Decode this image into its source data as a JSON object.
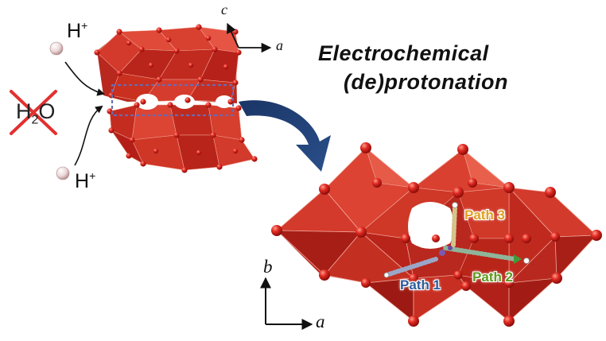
{
  "title": {
    "line1": "Electrochemical",
    "line2": "(de)protonation"
  },
  "ions": {
    "proton_symbol": "H",
    "proton_charge": "+"
  },
  "water": {
    "h": "H",
    "subscript": "2",
    "o": "O",
    "crossed_out": true
  },
  "axes_top": {
    "vertical": "c",
    "horizontal": "a"
  },
  "axes_bottom": {
    "vertical": "b",
    "horizontal": "a"
  },
  "paths": [
    {
      "label": "Path 1",
      "color": "#2c5c9c"
    },
    {
      "label": "Path 2",
      "color": "#5e9a1e"
    },
    {
      "label": "Path 3",
      "color": "#e0a020"
    }
  ],
  "colors": {
    "octahedron": "#c8201a",
    "oxygen_atom": "#d42020",
    "proton_sphere": "#e8d4d4",
    "cross": "#e23030",
    "arrow": "#1f3f73",
    "dashed_box": "#6a6ab0"
  }
}
